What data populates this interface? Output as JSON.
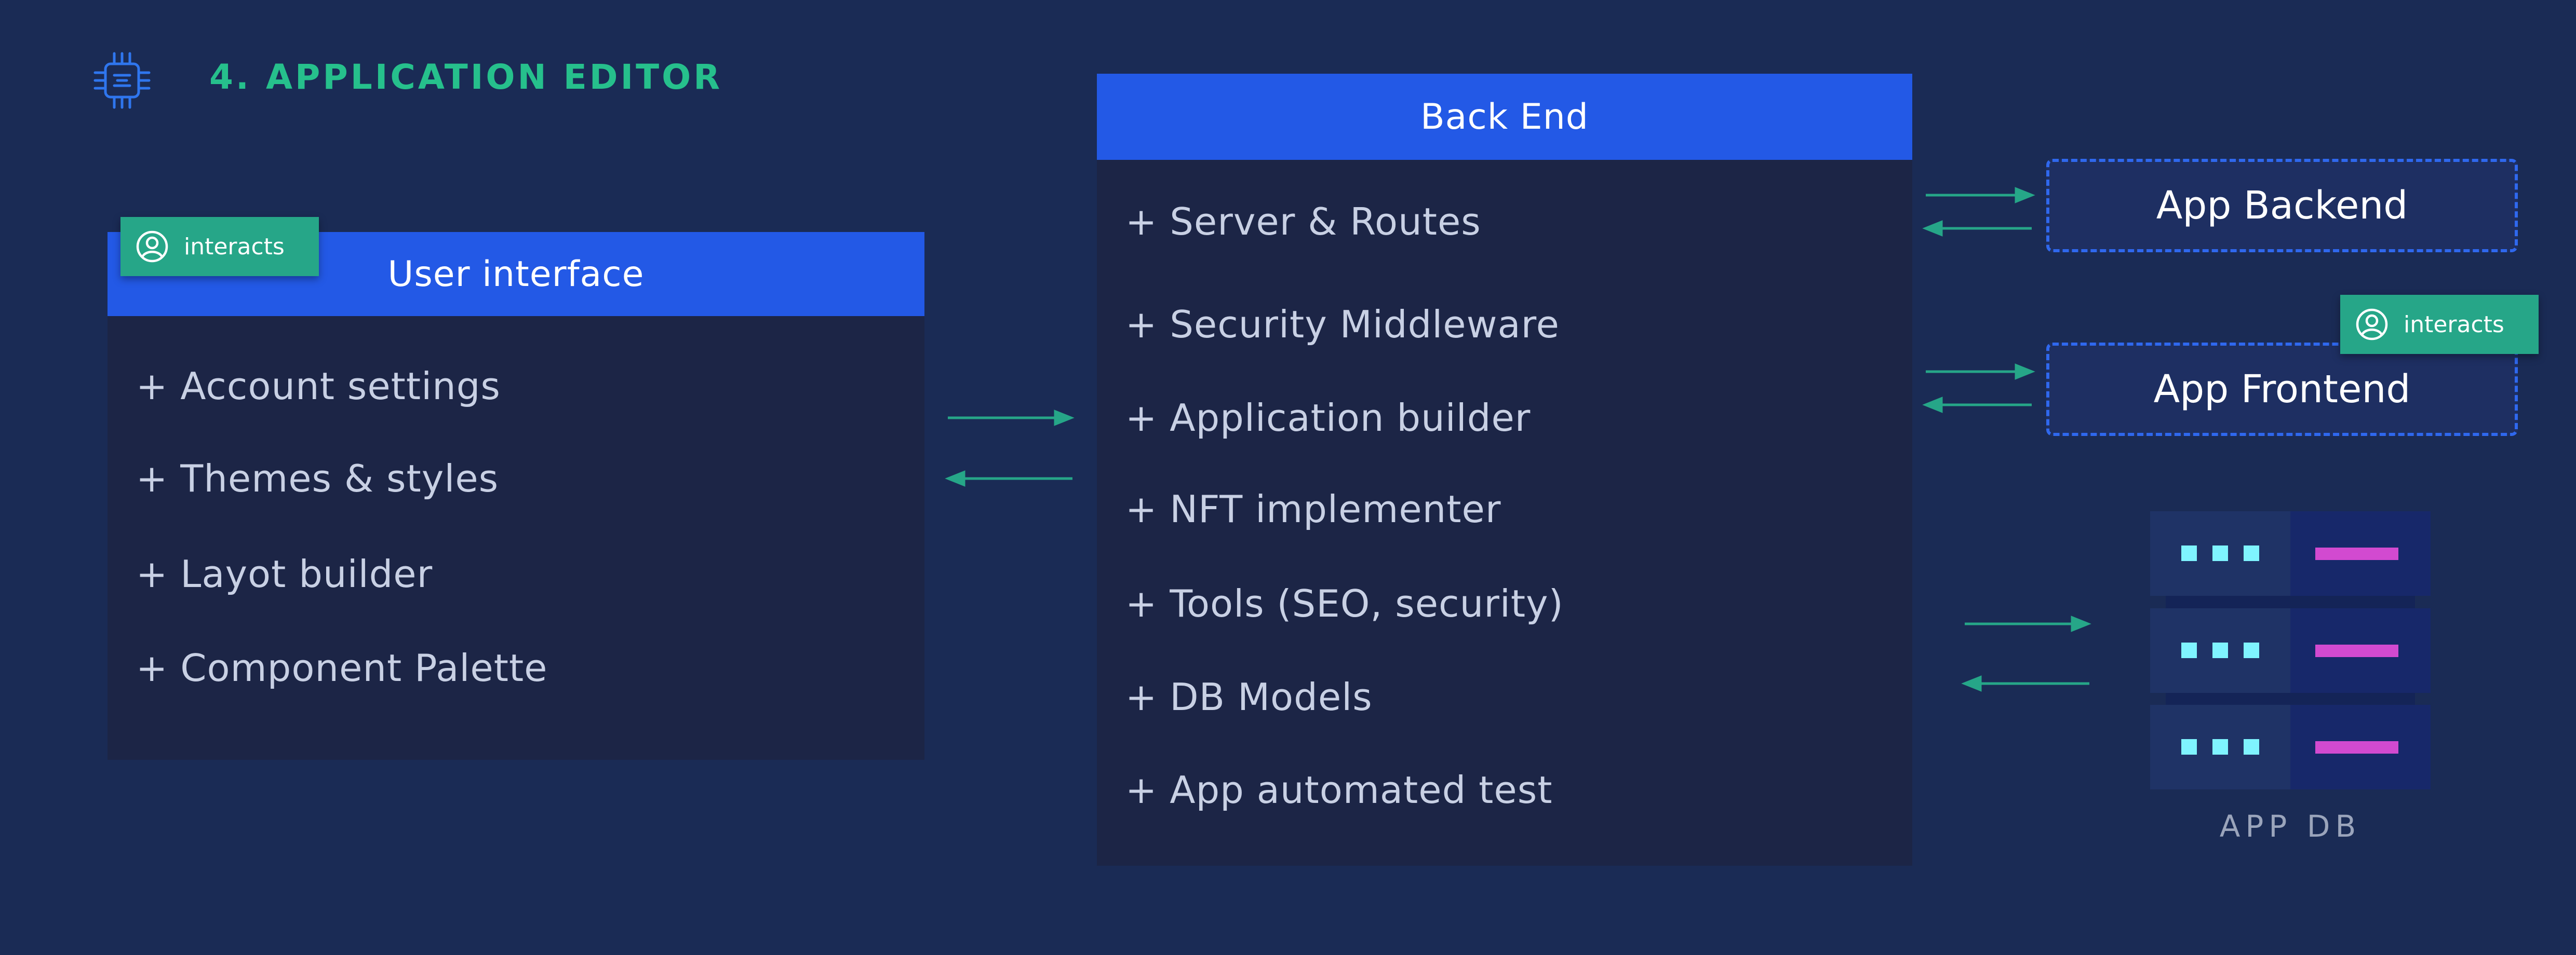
{
  "header": {
    "title": "4. APPLICATION EDITOR",
    "icon": "cpu-chip-icon"
  },
  "user_interface": {
    "title": "User interface",
    "items": [
      "+ Account settings",
      "+ Themes & styles",
      "+ Layot builder",
      "+ Component Palette"
    ]
  },
  "back_end": {
    "title": "Back End",
    "items": [
      "+ Server & Routes",
      "+ Security Middleware",
      "+ Application builder",
      "+ NFT implementer",
      "+ Tools (SEO, security)",
      "+ DB Models",
      "+ App automated test"
    ]
  },
  "targets": {
    "app_backend": "App Backend",
    "app_frontend": "App Frontend"
  },
  "badges": {
    "ui": "interacts",
    "frontend": "interacts",
    "icon": "user-circle-icon"
  },
  "database": {
    "label": "APP DB",
    "icon": "server-stack-icon"
  },
  "colors": {
    "background": "#1a2b55",
    "panel": "#1c2546",
    "header_blue": "#2359e6",
    "accent_green": "#26c08c",
    "badge_green": "#26a688",
    "dashed_blue": "#2f68ee",
    "db_cyan": "#7ff4ff",
    "db_magenta": "#d24ad0"
  }
}
